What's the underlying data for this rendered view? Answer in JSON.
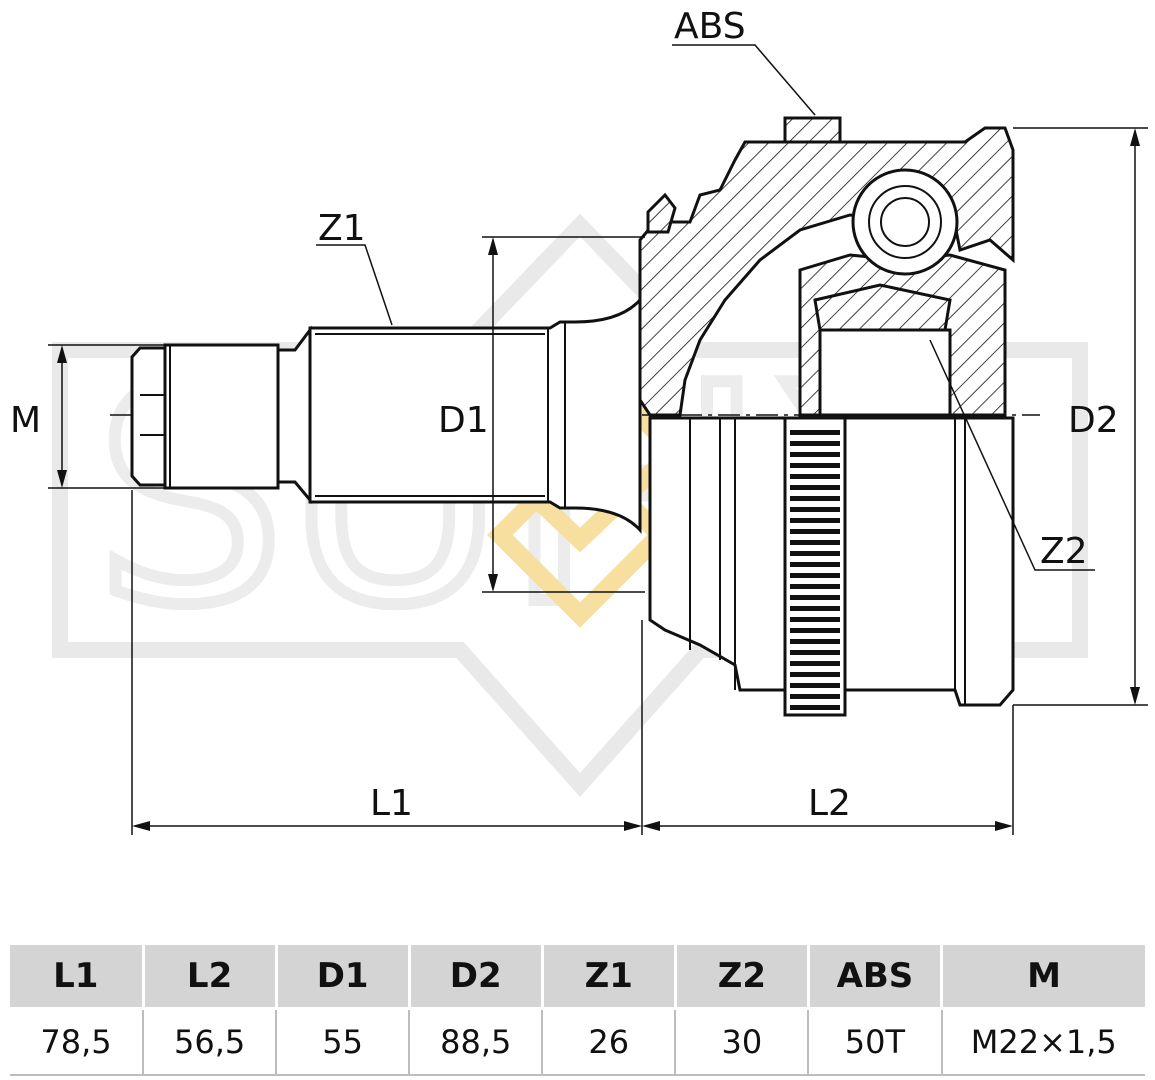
{
  "drawing": {
    "labels": {
      "abs": "ABS",
      "z1": "Z1",
      "z2": "Z2",
      "m": "M",
      "d1": "D1",
      "d2": "D2",
      "l1": "L1",
      "l2": "L2"
    },
    "watermark": {
      "text": "SUFIX"
    },
    "colors": {
      "line": "#111111",
      "watermark": "#e9e9e9",
      "accent": "#f7dfa0",
      "header_bg": "#d4d4d4"
    }
  },
  "table": {
    "headers": [
      "L1",
      "L2",
      "D1",
      "D2",
      "Z1",
      "Z2",
      "ABS",
      "M"
    ],
    "values": [
      "78,5",
      "56,5",
      "55",
      "88,5",
      "26",
      "30",
      "50T",
      "M22×1,5"
    ]
  }
}
